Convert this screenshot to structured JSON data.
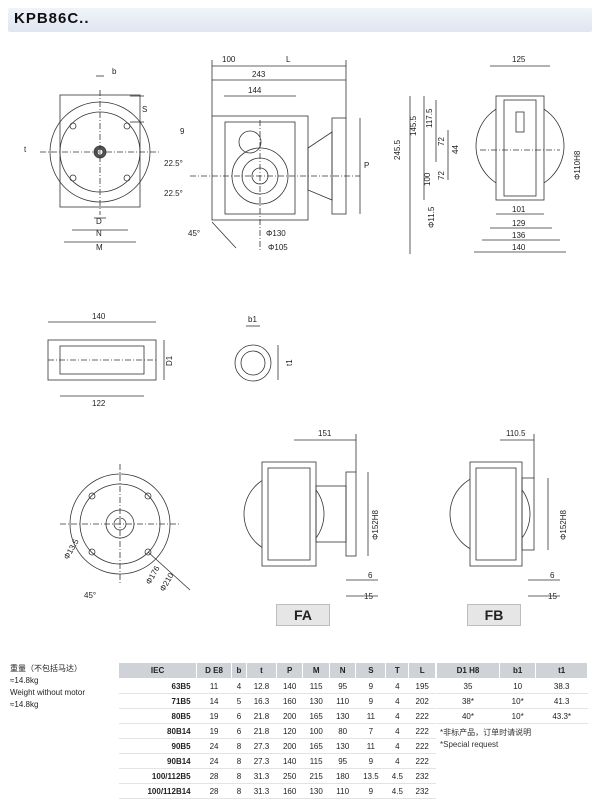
{
  "title": "KPB86C..",
  "dims": {
    "top": {
      "b": "b",
      "S": "S",
      "t": "t",
      "D": "D",
      "N": "N",
      "M": "M",
      "d100": "100",
      "L": "L",
      "d243": "243",
      "d144": "144",
      "d9": "9",
      "a1": "22.5°",
      "a2": "22.5°",
      "a3": "45°",
      "P": "P",
      "phi130": "Φ130",
      "phi105": "Φ105",
      "d125": "125",
      "d245_5": "245.5",
      "d145_5": "145.5",
      "d117_5": "117.5",
      "d72a": "72",
      "d44": "44",
      "d100b": "100",
      "d72b": "72",
      "phi11_5": "Φ11.5",
      "phi110": "Φ110H8",
      "d101": "101",
      "d129": "129",
      "d136": "136",
      "d140": "140"
    },
    "shaft": {
      "d140": "140",
      "D1": "D1",
      "d122": "122",
      "b1": "b1",
      "t1": "t1"
    },
    "flange": {
      "phi13_5": "Φ13.5",
      "phi176": "Φ176",
      "phi210": "Φ210",
      "a45": "45°"
    },
    "fa": {
      "d151": "151",
      "phi152": "Φ152H8",
      "d6": "6",
      "d15": "15"
    },
    "fb": {
      "d110_5": "110.5",
      "phi152": "Φ152H8",
      "d6": "6",
      "d15": "15"
    }
  },
  "labels": {
    "fa": "FA",
    "fb": "FB"
  },
  "weight": {
    "cn": "重量（不包括马达）",
    "cn_val": "≈14.8kg",
    "en": "Weight without motor",
    "en_val": "≈14.8kg"
  },
  "table": {
    "headers": [
      "IEC",
      "D E8",
      "b",
      "t",
      "P",
      "M",
      "N",
      "S",
      "T",
      "L"
    ],
    "rows": [
      [
        "63B5",
        "11",
        "4",
        "12.8",
        "140",
        "115",
        "95",
        "9",
        "4",
        "195"
      ],
      [
        "71B5",
        "14",
        "5",
        "16.3",
        "160",
        "130",
        "110",
        "9",
        "4",
        "202"
      ],
      [
        "80B5",
        "19",
        "6",
        "21.8",
        "200",
        "165",
        "130",
        "11",
        "4",
        "222"
      ],
      [
        "80B14",
        "19",
        "6",
        "21.8",
        "120",
        "100",
        "80",
        "7",
        "4",
        "222"
      ],
      [
        "90B5",
        "24",
        "8",
        "27.3",
        "200",
        "165",
        "130",
        "11",
        "4",
        "222"
      ],
      [
        "90B14",
        "24",
        "8",
        "27.3",
        "140",
        "115",
        "95",
        "9",
        "4",
        "222"
      ],
      [
        "100/112B5",
        "28",
        "8",
        "31.3",
        "250",
        "215",
        "180",
        "13.5",
        "4.5",
        "232"
      ],
      [
        "100/112B14",
        "28",
        "8",
        "31.3",
        "160",
        "130",
        "110",
        "9",
        "4.5",
        "232"
      ]
    ]
  },
  "table2": {
    "headers": [
      "D1 H8",
      "b1",
      "t1"
    ],
    "rows": [
      [
        "35",
        "10",
        "38.3"
      ],
      [
        "38*",
        "10*",
        "41.3"
      ],
      [
        "40*",
        "10*",
        "43.3*"
      ]
    ]
  },
  "notes": {
    "cn": "*非标产品，订单时请说明",
    "en": "*Special request"
  }
}
